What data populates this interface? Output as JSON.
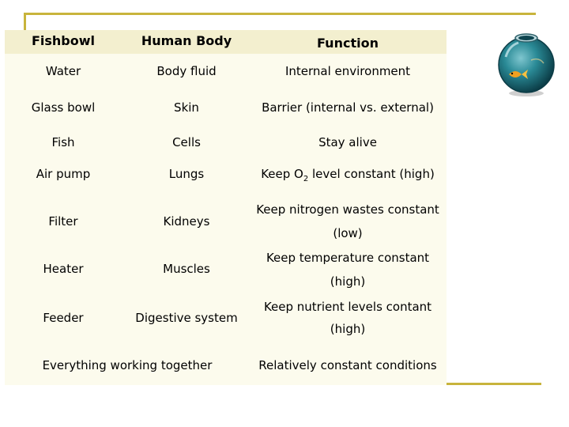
{
  "headers": {
    "col1": "Fishbowl",
    "col2": "Human Body",
    "col3": "Function"
  },
  "rows": [
    {
      "fishbowl": "Water",
      "body": "Body fluid",
      "function_line1": "Internal environment"
    },
    {
      "fishbowl": "Glass bowl",
      "body": "Skin",
      "function_line1": "Barrier (internal vs. external)"
    },
    {
      "fishbowl": "Fish",
      "body": "Cells",
      "function_line1": "Stay alive"
    },
    {
      "fishbowl": "Air pump",
      "body": "Lungs",
      "function_pre": "Keep O",
      "function_sub": "2",
      "function_post": " level constant (high)"
    },
    {
      "fishbowl": "Filter",
      "body": "Kidneys",
      "function_line1": "Keep nitrogen wastes constant",
      "function_line2": "(low)"
    },
    {
      "fishbowl": "Heater",
      "body": "Muscles",
      "function_line1": "Keep temperature constant",
      "function_line2": "(high)"
    },
    {
      "fishbowl": "Feeder",
      "body": "Digestive system",
      "function_line1": "Keep nutrient levels contant",
      "function_line2": "(high)"
    }
  ],
  "summary": {
    "left": "Everything working together",
    "right": "Relatively constant conditions"
  },
  "image": {
    "icon": "fishbowl-icon",
    "colors": {
      "glass": "#1f6f7a",
      "rim": "#8fb8c0",
      "fish": "#f0a020"
    }
  }
}
